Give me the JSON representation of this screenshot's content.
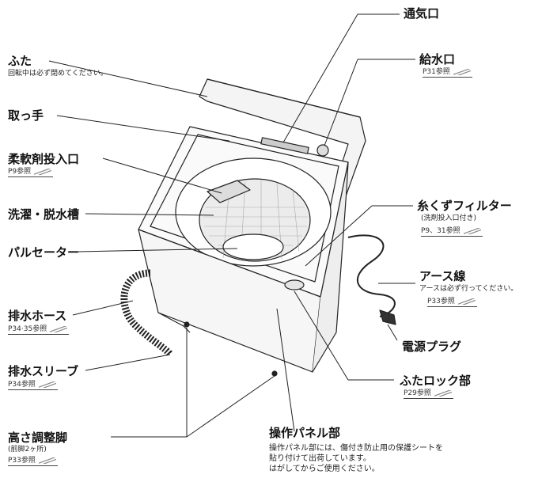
{
  "labels": {
    "futa": "ふた",
    "futa_note": "回転中は必ず閉めてください。",
    "totte": "取っ手",
    "juunanzai": "柔軟剤投入口",
    "juunanzai_ref": "P9参照",
    "sentaku": "洗濯・脱水槽",
    "pulsator": "パルセーター",
    "haisui_hose": "排水ホース",
    "haisui_hose_ref": "P34·35参照",
    "haisui_sleeve": "排水スリーブ",
    "haisui_sleeve_ref": "P34参照",
    "takasa": "高さ調整脚",
    "takasa_note": "(前脚2ヶ所)",
    "takasa_ref": "P33参照",
    "tsuukikou": "通気口",
    "kyuusuikou": "給水口",
    "kyuusuikou_ref": "P31参照",
    "itokuzu": "糸くずフィルター",
    "itokuzu_note": "(洗剤投入口付き)",
    "itokuzu_ref": "P9、31参照",
    "earth": "アース線",
    "earth_note": "アースは必ず行ってください。",
    "earth_ref": "P33参照",
    "plug": "電源プラグ",
    "futalock": "ふたロック部",
    "futalock_ref": "P29参照",
    "panel": "操作パネル部",
    "panel_note1": "操作パネル部には、傷付き防止用の保護シートを",
    "panel_note2": "貼り付けて出荷しています。",
    "panel_note3": "はがしてからご使用ください。"
  }
}
